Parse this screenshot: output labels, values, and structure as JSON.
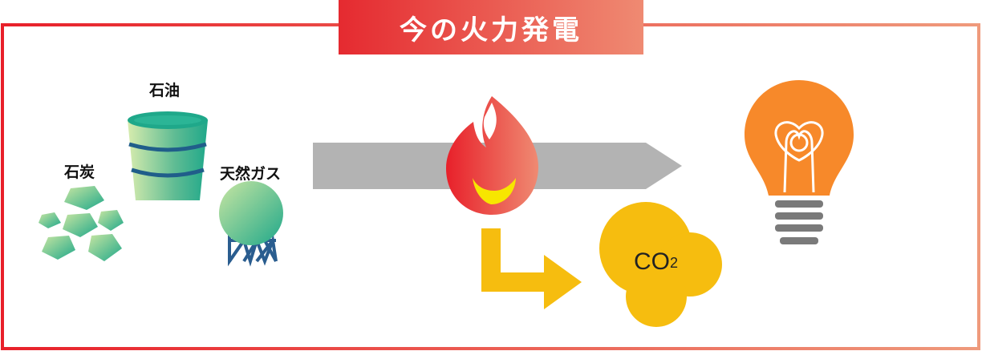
{
  "title": "今の火力発電",
  "fuels": {
    "coal_label": "石炭",
    "oil_label": "石油",
    "gas_label": "天然ガス"
  },
  "emission": {
    "co2_main": "CO",
    "co2_sub": "2"
  },
  "colors": {
    "frame_start": "#e8202a",
    "frame_end": "#ef9a7c",
    "fuel_teal": "#1fa88a",
    "fuel_light": "#c9e6a2",
    "arrow_gray": "#b3b3b3",
    "flame_red": "#e8302c",
    "flame_yellow": "#f7e600",
    "co2_yellow": "#f6bd0f",
    "bulb_orange": "#f7892a",
    "bulb_base_gray": "#7a7a7a"
  },
  "icons": [
    "coal-icon",
    "oil-drum-icon",
    "gas-tank-icon",
    "flame-icon",
    "co2-cloud-icon",
    "light-bulb-icon"
  ]
}
